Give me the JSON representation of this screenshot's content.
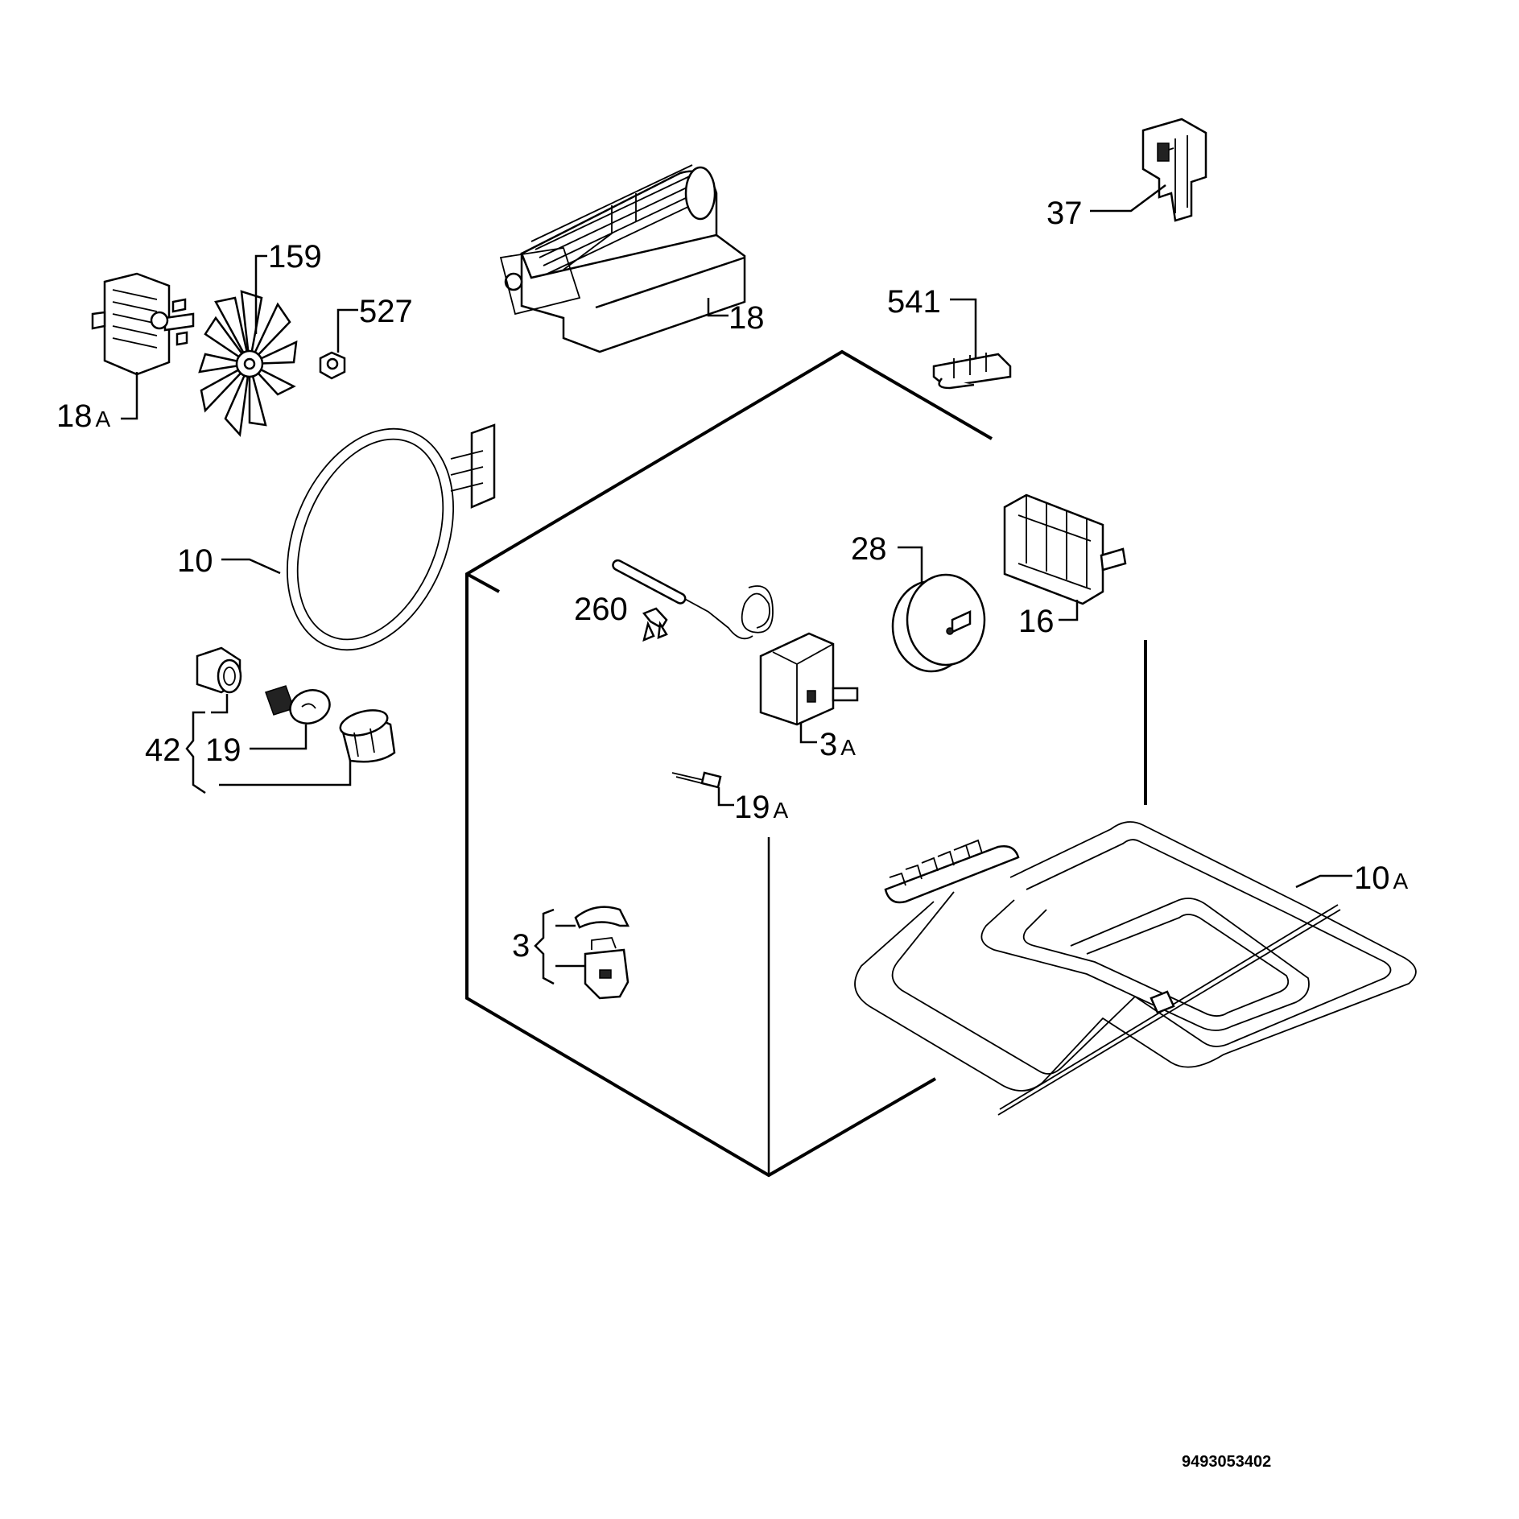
{
  "document_number": "9493053402",
  "parts": [
    {
      "id": "p37",
      "label": "37"
    },
    {
      "id": "p159",
      "label": "159"
    },
    {
      "id": "p527",
      "label": "527"
    },
    {
      "id": "p18",
      "label": "18"
    },
    {
      "id": "p541",
      "label": "541"
    },
    {
      "id": "p18a",
      "label": "18",
      "suffix": "A"
    },
    {
      "id": "p10",
      "label": "10"
    },
    {
      "id": "p28",
      "label": "28"
    },
    {
      "id": "p16",
      "label": "16"
    },
    {
      "id": "p260",
      "label": "260"
    },
    {
      "id": "p3a",
      "label": "3",
      "suffix": "A"
    },
    {
      "id": "p42",
      "label": "42"
    },
    {
      "id": "p19",
      "label": "19"
    },
    {
      "id": "p19a",
      "label": "19",
      "suffix": "A"
    },
    {
      "id": "p10a",
      "label": "10",
      "suffix": "A"
    },
    {
      "id": "p3",
      "label": "3"
    }
  ]
}
